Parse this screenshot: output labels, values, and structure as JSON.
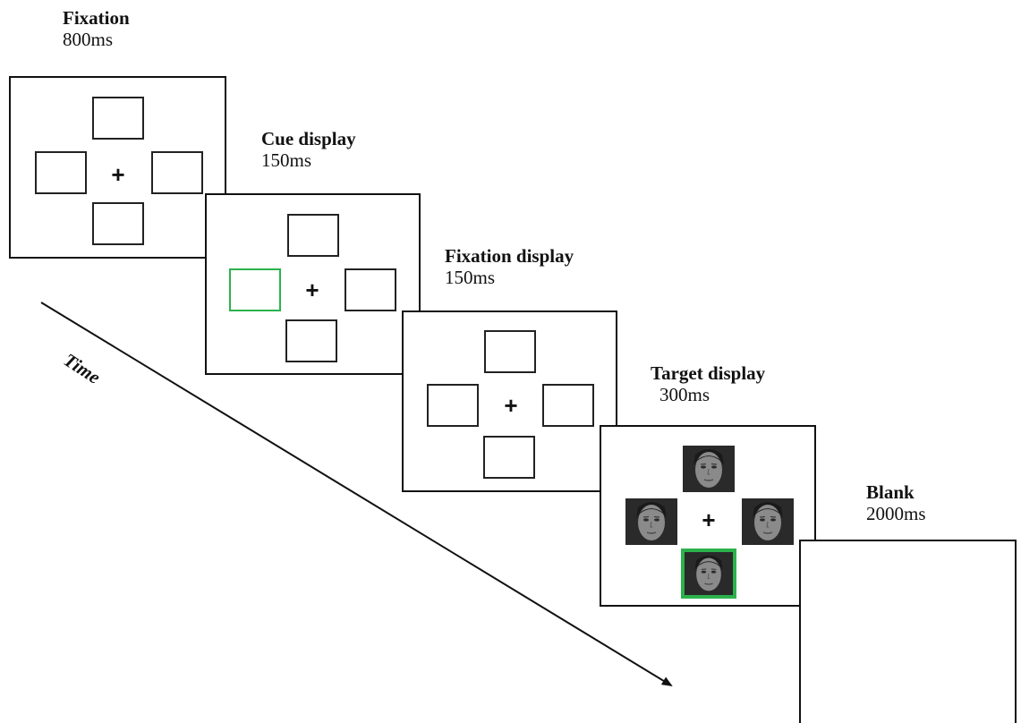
{
  "colors": {
    "cue": "#2bb24c",
    "frame": "#111111",
    "face_bg": "#2a2a2a"
  },
  "stages": [
    {
      "title": "Fixation",
      "duration": "800ms"
    },
    {
      "title": "Cue display",
      "duration": "150ms"
    },
    {
      "title": "Fixation display",
      "duration": "150ms"
    },
    {
      "title": "Target display",
      "duration": "300ms"
    },
    {
      "title": "Blank",
      "duration": "2000ms"
    }
  ],
  "fixation_symbol": "+",
  "time_axis": {
    "label": "Time"
  },
  "icons": {
    "face": "face-photo-icon"
  }
}
